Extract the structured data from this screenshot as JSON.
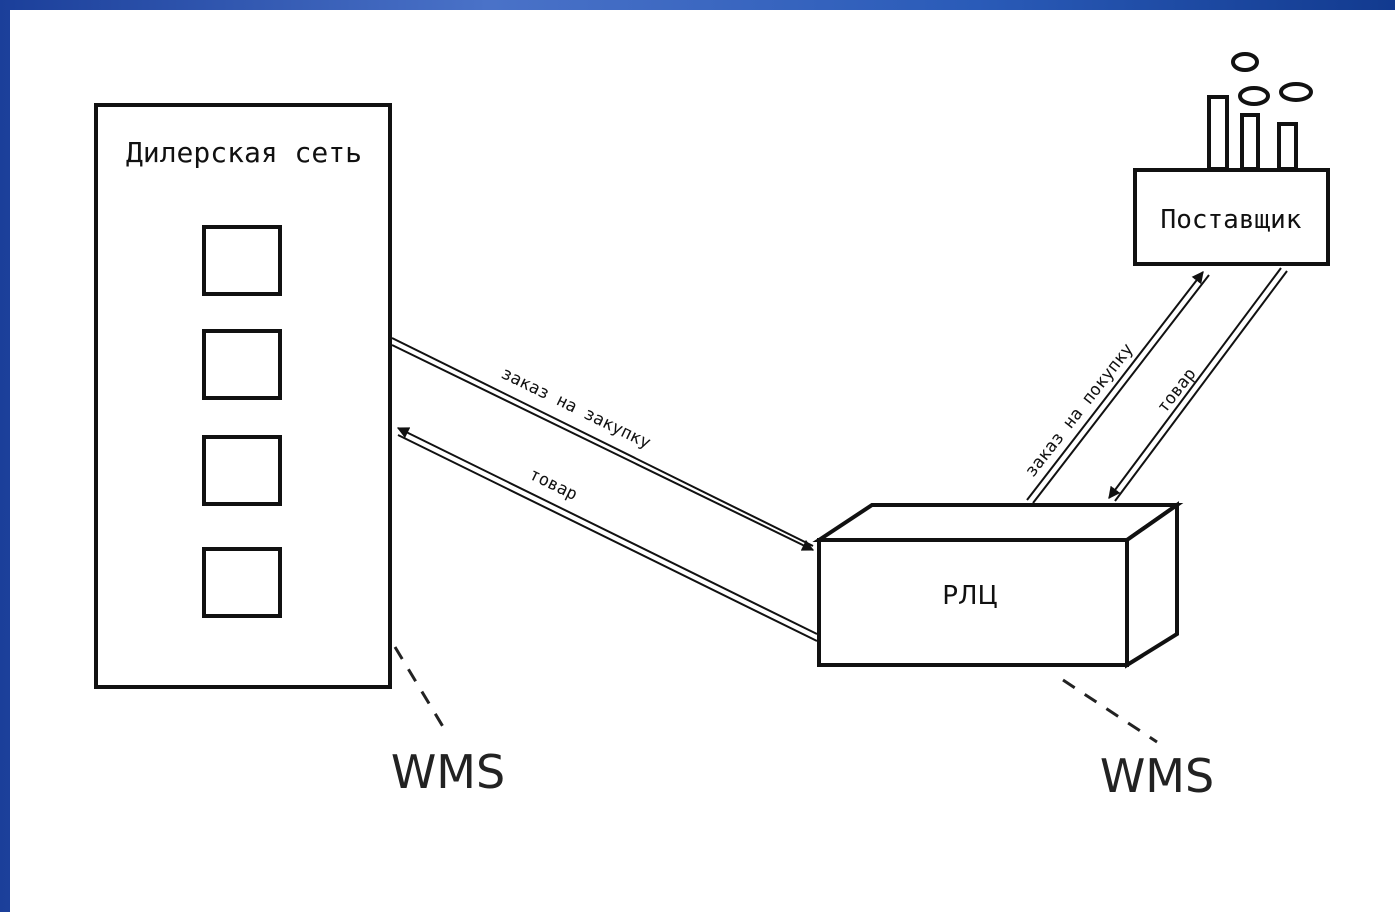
{
  "diagram": {
    "dealer_network_label": "Дилерская сеть",
    "supplier_label": "Поставщик",
    "rdc_label": "РЛЦ",
    "wms_left": "WMS",
    "wms_right": "WMS",
    "arrow_order_to_rdc": "заказ на закупку",
    "arrow_goods_to_dealer": "товар",
    "arrow_order_to_supplier": "заказ на покупку",
    "arrow_goods_to_rdc": "товар"
  },
  "colors": {
    "frame": "#1b3f9a",
    "background": "#ffffff",
    "ink": "#111111"
  }
}
